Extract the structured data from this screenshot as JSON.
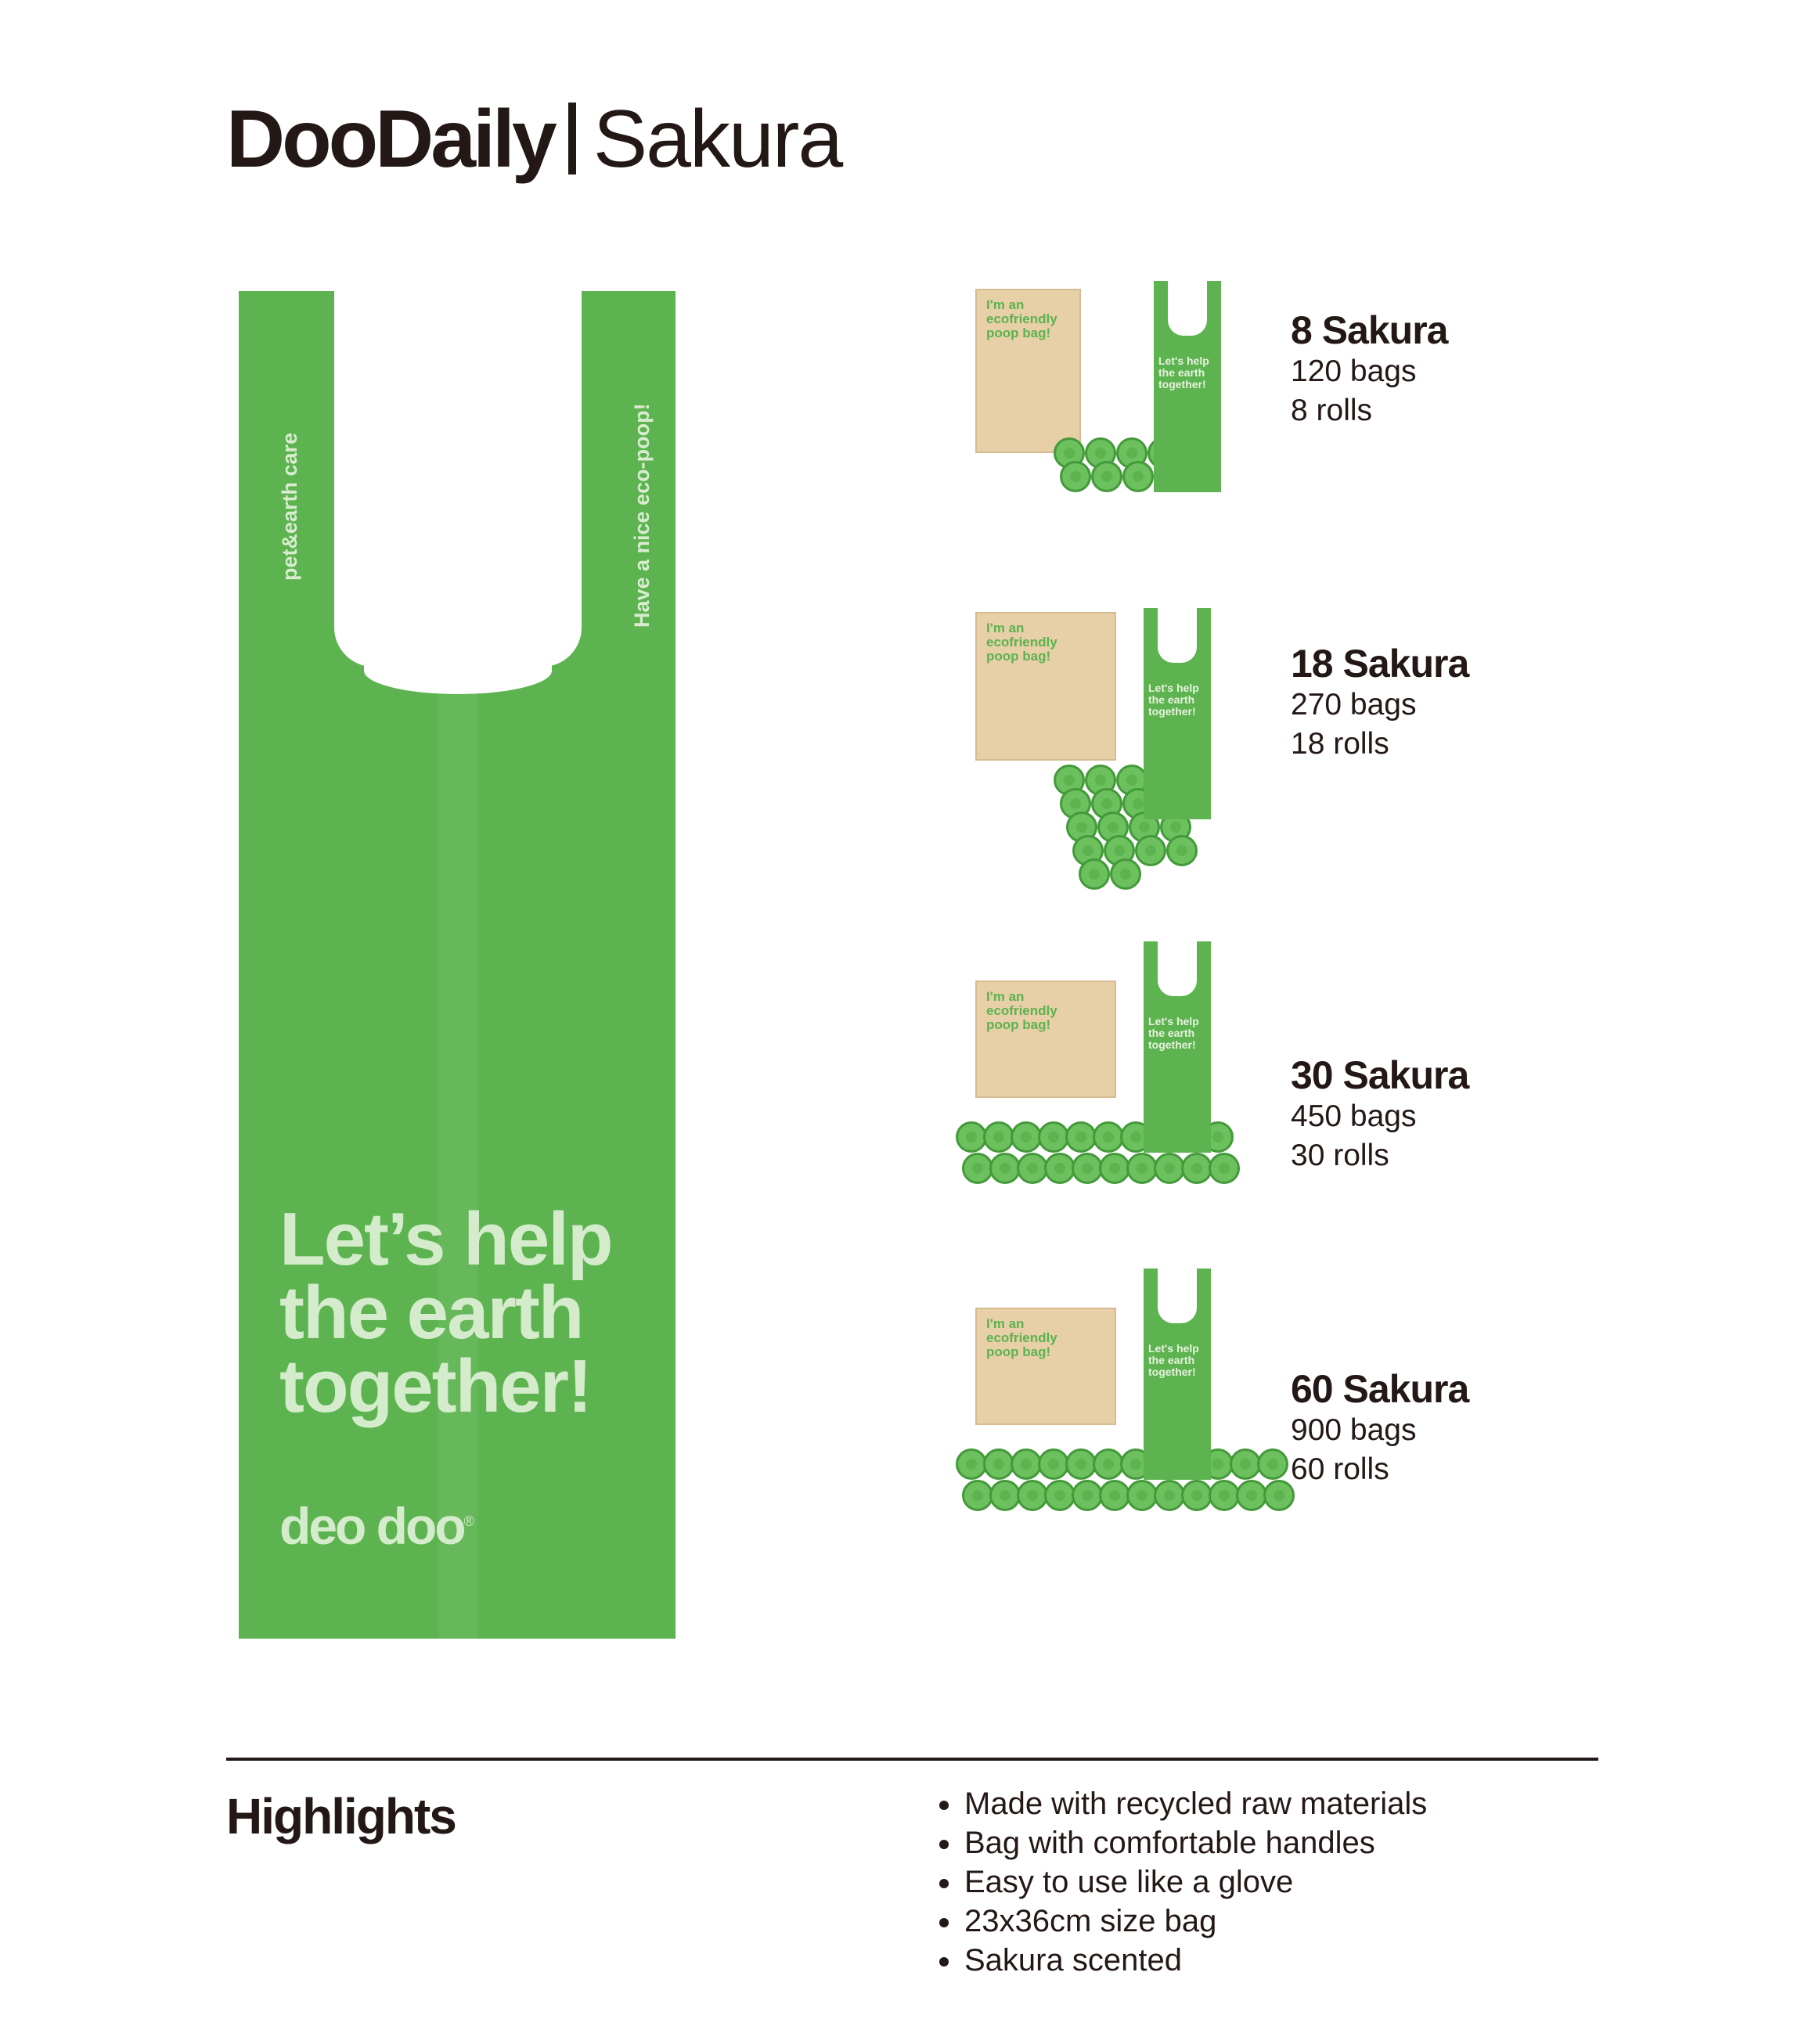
{
  "header": {
    "brand": "DooDaily",
    "product": "Sakura"
  },
  "bag": {
    "side_left": "pet&earth care",
    "side_right": "Have a nice eco-poop!",
    "slogan": [
      "Let’s help",
      "the earth",
      "together!"
    ],
    "logo": "deo doo",
    "registered": "®",
    "color": "#5cb34f"
  },
  "packaging": {
    "box_text": "I'm an ecofriendly poop bag!",
    "bag_text": "Let's help the earth together!"
  },
  "products": [
    {
      "name": "8 Sakura",
      "bags": "120 bags",
      "rolls": "8 rolls",
      "roll_count": 8
    },
    {
      "name": "18 Sakura",
      "bags": "270 bags",
      "rolls": "18 rolls",
      "roll_count": 18
    },
    {
      "name": "30 Sakura",
      "bags": "450 bags",
      "rolls": "30 rolls",
      "roll_count": 30
    },
    {
      "name": "60 Sakura",
      "bags": "900 bags",
      "rolls": "60 rolls",
      "roll_count": 60
    }
  ],
  "highlights": {
    "title": "Highlights",
    "items": [
      "Made with recycled raw materials",
      "Bag with comfortable handles",
      "Easy to use like a glove",
      "23x36cm size bag",
      "Sakura scented"
    ]
  }
}
